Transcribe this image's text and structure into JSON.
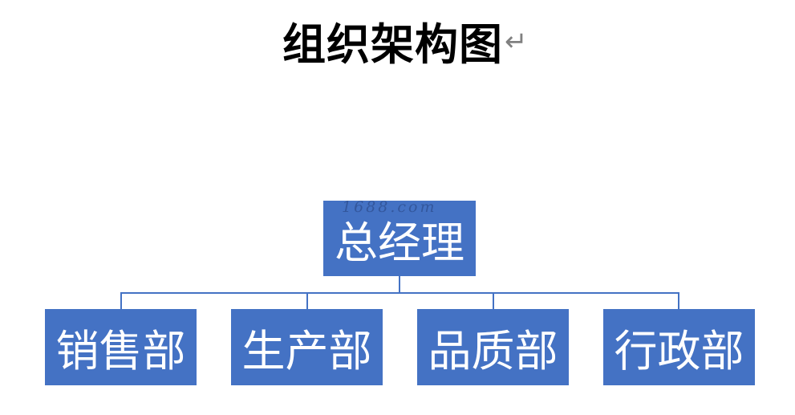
{
  "title": {
    "text": "组织架构图",
    "return_mark": "↵"
  },
  "org_chart": {
    "root": "总经理",
    "children": [
      "销售部",
      "生产部",
      "品质部",
      "行政部"
    ]
  },
  "watermark": "1688.com",
  "colors": {
    "box_fill": "#4472c4",
    "box_text": "#ffffff",
    "connector": "#4472c4",
    "title_text": "#000000"
  }
}
